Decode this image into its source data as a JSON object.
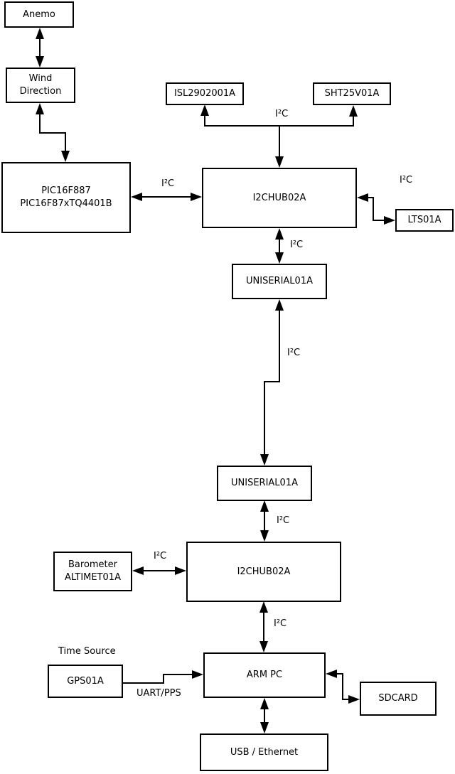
{
  "diagram": {
    "background": "#ffffff",
    "stroke_color": "#000000",
    "text_color": "#000000",
    "nodes": {
      "anemo": {
        "label": "Anemo"
      },
      "wind_direction": {
        "label": "Wind\nDirection"
      },
      "pic": {
        "label": "PIC16F887\nPIC16F87xTQ4401B"
      },
      "isl": {
        "label": "ISL2902001A"
      },
      "sht": {
        "label": "SHT25V01A"
      },
      "hub1": {
        "label": "I2CHUB02A"
      },
      "lts": {
        "label": "LTS01A"
      },
      "uniserial1": {
        "label": "UNISERIAL01A"
      },
      "uniserial2": {
        "label": "UNISERIAL01A"
      },
      "hub2": {
        "label": "I2CHUB02A"
      },
      "barometer": {
        "label": "Barometer\nALTIMET01A"
      },
      "gps": {
        "label": "GPS01A"
      },
      "arm_pc": {
        "label": "ARM PC"
      },
      "sdcard": {
        "label": "SDCARD"
      },
      "usb_ethernet": {
        "label": "USB / Ethernet"
      }
    },
    "edge_labels": {
      "i2c_sensors": "I²C",
      "i2c_pic_hub": "I²C",
      "i2c_lts": "I²C",
      "i2c_hub_serial": "I²C",
      "i2c_serial_link": "I²C",
      "i2c_serial_hub2": "I²C",
      "i2c_barometer": "I²C",
      "i2c_hub2_arm": "I²C",
      "time_source": "Time Source",
      "uart_pps": "UART/PPS"
    }
  }
}
